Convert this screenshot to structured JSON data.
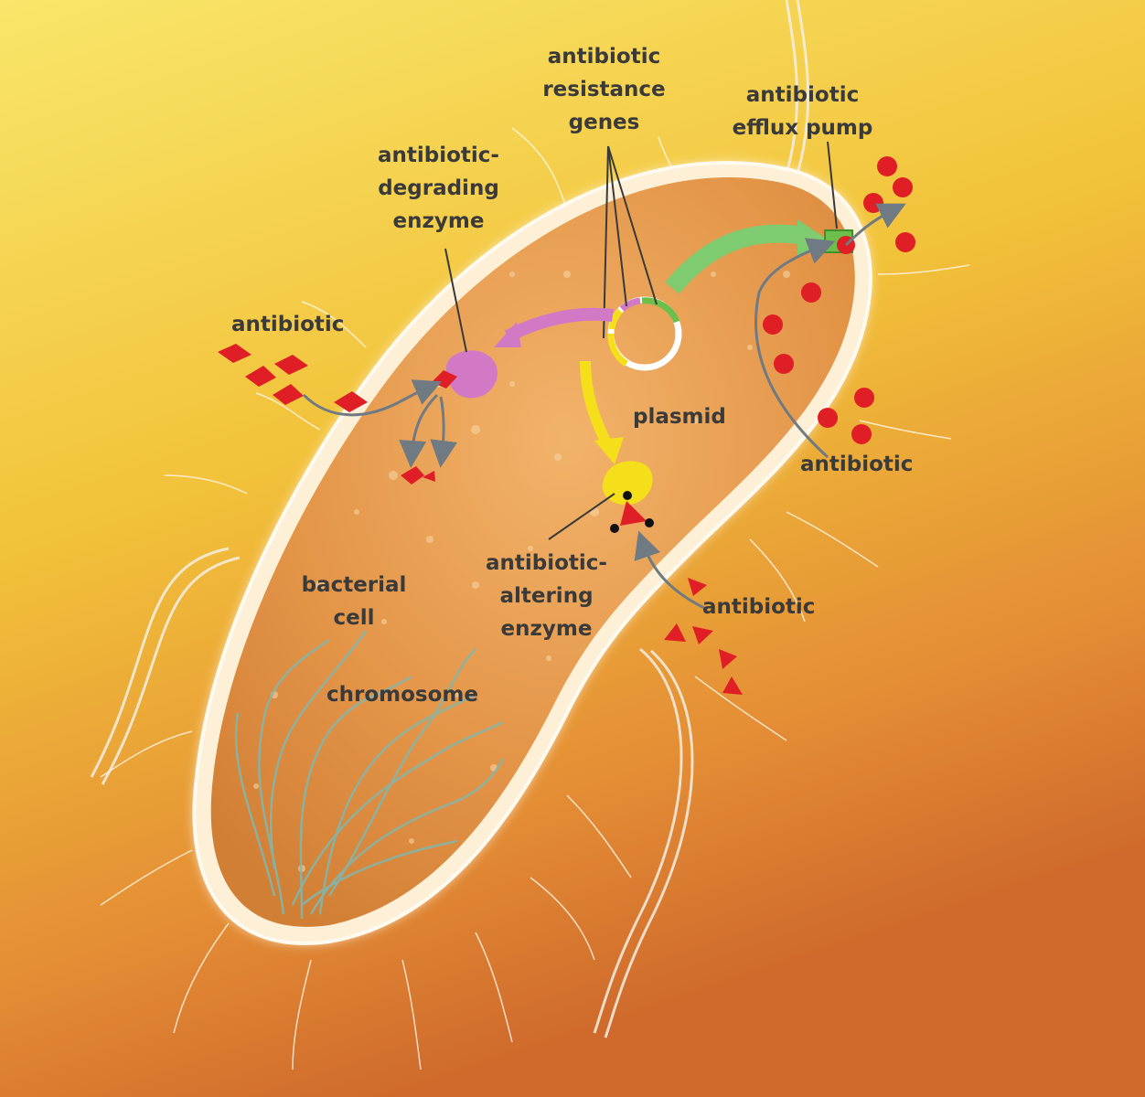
{
  "labels": {
    "resistance_genes": "antibiotic\nresistance\ngenes",
    "efflux_pump": "antibiotic\nefflux pump",
    "degrading_enzyme": "antibiotic-\ndegrading\nenzyme",
    "antibiotic_left": "antibiotic",
    "plasmid": "plasmid",
    "antibiotic_right": "antibiotic",
    "altering_enzyme": "antibiotic-\naltering\nenzyme",
    "bacterial_cell": "bacterial\ncell",
    "antibiotic_bottom": "antibiotic",
    "chromosome": "chromosome"
  },
  "colors": {
    "background_top": "#f7d94a",
    "background_bottom": "#d0682a",
    "cell_fill": "#e79a4a",
    "cell_wall": "#fff4dc",
    "antibiotic_red": "#e01e26",
    "degrading_enzyme": "#d279c5",
    "altering_enzyme": "#f5df1a",
    "efflux_pump": "#6bbf4a",
    "arrow_gray": "#6f7a82",
    "chromosome_teal": "#7fb8b0"
  }
}
